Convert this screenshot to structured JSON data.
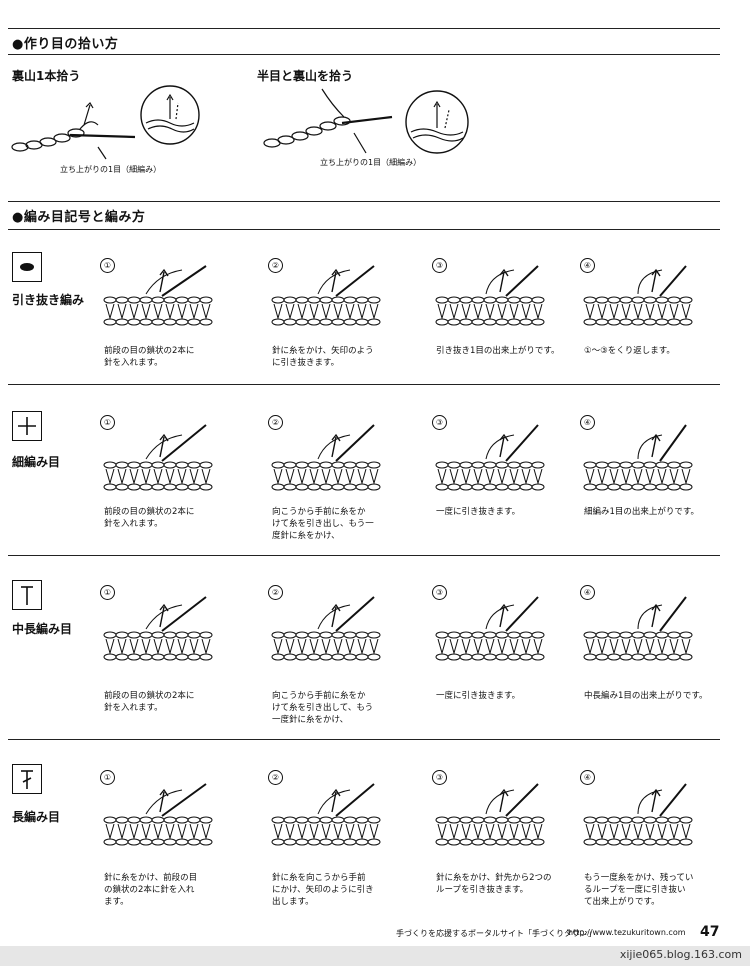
{
  "sections": {
    "pickup_heading": "●作り目の拾い方",
    "symbols_heading": "●編み目記号と編み方"
  },
  "pickup": {
    "left_title": "裏山1本拾う",
    "right_title": "半目と裏山を拾う",
    "left_note": "立ち上がりの1目（細編み）",
    "right_note": "立ち上がりの1目（細編み）"
  },
  "rows": [
    {
      "name": "引き抜き編み",
      "symbol": "slip-stitch-symbol",
      "steps": [
        {
          "num": "①",
          "caption": "前段の目の鎖状の2本に\n針を入れます。"
        },
        {
          "num": "②",
          "caption": "針に糸をかけ、矢印のよう\nに引き抜きます。"
        },
        {
          "num": "③",
          "caption": "引き抜き1目の出来上がりです。"
        },
        {
          "num": "④",
          "caption": "①～③をくり返します。"
        }
      ]
    },
    {
      "name": "細編み目",
      "symbol": "single-crochet-symbol",
      "steps": [
        {
          "num": "①",
          "caption": "前段の目の鎖状の2本に\n針を入れます。"
        },
        {
          "num": "②",
          "caption": "向こうから手前に糸をか\nけて糸を引き出し、もう一\n度針に糸をかけ、"
        },
        {
          "num": "③",
          "caption": "一度に引き抜きます。"
        },
        {
          "num": "④",
          "caption": "細編み1目の出来上がりです。"
        }
      ]
    },
    {
      "name": "中長編み目",
      "symbol": "half-double-crochet-symbol",
      "steps": [
        {
          "num": "①",
          "caption": "前段の目の鎖状の2本に\n針を入れます。"
        },
        {
          "num": "②",
          "caption": "向こうから手前に糸をか\nけて糸を引き出して、もう\n一度針に糸をかけ、"
        },
        {
          "num": "③",
          "caption": "一度に引き抜きます。"
        },
        {
          "num": "④",
          "caption": "中長編み1目の出来上がりです。"
        }
      ]
    },
    {
      "name": "長編み目",
      "symbol": "double-crochet-symbol",
      "steps": [
        {
          "num": "①",
          "caption": "針に糸をかけ、前段の目\nの鎖状の2本に針を入れ\nます。"
        },
        {
          "num": "②",
          "caption": "針に糸を向こうから手前\nにかけ、矢印のように引き\n出します。"
        },
        {
          "num": "③",
          "caption": "針に糸をかけ、針先から2つの\nループを引き抜きます。"
        },
        {
          "num": "④",
          "caption": "もう一度糸をかけ、残ってい\nるループを一度に引き抜い\nて出来上がりです。"
        }
      ]
    }
  ],
  "footer": {
    "tagline": "手づくりを応援するポータルサイト「手づくりタウン」",
    "url": "http://www.tezukuritown.com",
    "page": "47",
    "watermark": "xijie065.blog.163.com"
  }
}
